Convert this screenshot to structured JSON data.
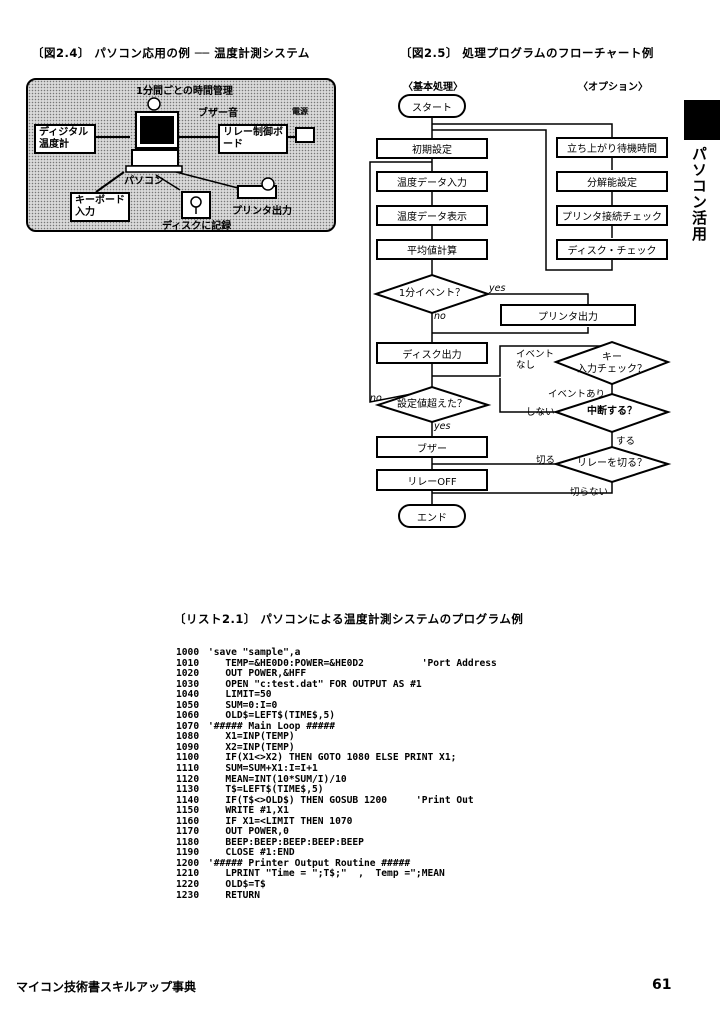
{
  "figure_2_4": {
    "caption": "〔図2.4〕 パソコン応用の例 ── 温度計測システム",
    "labels": {
      "timer": "1分間ごとの時間管理",
      "buzzer": "ブザー音",
      "digital_thermometer": "ディジタル温度計",
      "relay_board": "リレー制御ボード",
      "pc": "パソコン",
      "keyboard": "キーボード入力",
      "disk": "ディスクに記録",
      "printer": "プリンタ出力",
      "power": "電源"
    }
  },
  "figure_2_5": {
    "caption": "〔図2.5〕 処理プログラムのフローチャート例",
    "basic_header": "〈基本処理〉",
    "option_header": "〈オプション〉",
    "basic": {
      "start": "スタート",
      "init": "初期設定",
      "temp_input": "温度データ入力",
      "temp_display": "温度データ表示",
      "average": "平均値計算",
      "one_min_event": "1分イベント？",
      "printer_out": "プリンタ出力",
      "disk_out": "ディスク出力",
      "threshold": "設定値超えた？",
      "buzzer": "ブザー",
      "relay_off": "リレーOFF",
      "end": "エンド"
    },
    "option": {
      "warmup": "立ち上がり待機時間",
      "resolution": "分解能設定",
      "printer_check": "プリンタ接続チェック",
      "disk_check": "ディスク・チェック"
    },
    "decisions": {
      "key_check_l1": "キー",
      "key_check_l2": "入力チェック？",
      "interrupt": "中断する？",
      "relay_cut": "リレーを切る？"
    },
    "branch_labels": {
      "yes": "yes",
      "no": "no",
      "no2": "no",
      "yes2": "yes",
      "event_none_l1": "イベント",
      "event_none_l2": "なし",
      "event_present": "イベントあり",
      "dont": "しない",
      "do": "する",
      "cut": "切る",
      "dont_cut": "切らない"
    }
  },
  "side_tab": {
    "label": "パソコン活用"
  },
  "listing_2_1": {
    "caption": "〔リスト2.1〕 パソコンによる温度計測システムのプログラム例",
    "lines": [
      {
        "num": "1000",
        "code": "'save \"sample\",a"
      },
      {
        "num": "1010",
        "code": "   TEMP=&HE0D0:POWER=&HE0D2          'Port Address"
      },
      {
        "num": "1020",
        "code": "   OUT POWER,&HFF"
      },
      {
        "num": "1030",
        "code": "   OPEN \"c:test.dat\" FOR OUTPUT AS #1"
      },
      {
        "num": "1040",
        "code": "   LIMIT=50"
      },
      {
        "num": "1050",
        "code": "   SUM=0:I=0"
      },
      {
        "num": "1060",
        "code": "   OLD$=LEFT$(TIME$,5)"
      },
      {
        "num": "1070",
        "code": "'##### Main Loop #####"
      },
      {
        "num": "1080",
        "code": "   X1=INP(TEMP)"
      },
      {
        "num": "1090",
        "code": "   X2=INP(TEMP)"
      },
      {
        "num": "1100",
        "code": "   IF(X1<>X2) THEN GOTO 1080 ELSE PRINT X1;"
      },
      {
        "num": "1110",
        "code": "   SUM=SUM+X1:I=I+1"
      },
      {
        "num": "1120",
        "code": "   MEAN=INT(10*SUM/I)/10"
      },
      {
        "num": "1130",
        "code": "   T$=LEFT$(TIME$,5)"
      },
      {
        "num": "1140",
        "code": "   IF(T$<>OLD$) THEN GOSUB 1200     'Print Out"
      },
      {
        "num": "1150",
        "code": "   WRITE #1,X1"
      },
      {
        "num": "1160",
        "code": "   IF X1=<LIMIT THEN 1070"
      },
      {
        "num": "1170",
        "code": "   OUT POWER,0"
      },
      {
        "num": "1180",
        "code": "   BEEP:BEEP:BEEP:BEEP:BEEP"
      },
      {
        "num": "1190",
        "code": "   CLOSE #1:END"
      },
      {
        "num": "1200",
        "code": "'##### Printer Output Routine #####"
      },
      {
        "num": "1210",
        "code": "   LPRINT \"Time = \";T$;\"  ,  Temp =\";MEAN"
      },
      {
        "num": "1220",
        "code": "   OLD$=T$"
      },
      {
        "num": "1230",
        "code": "   RETURN"
      }
    ]
  },
  "footer": {
    "book_title": "マイコン技術書スキルアップ事典",
    "page_number": "61"
  }
}
